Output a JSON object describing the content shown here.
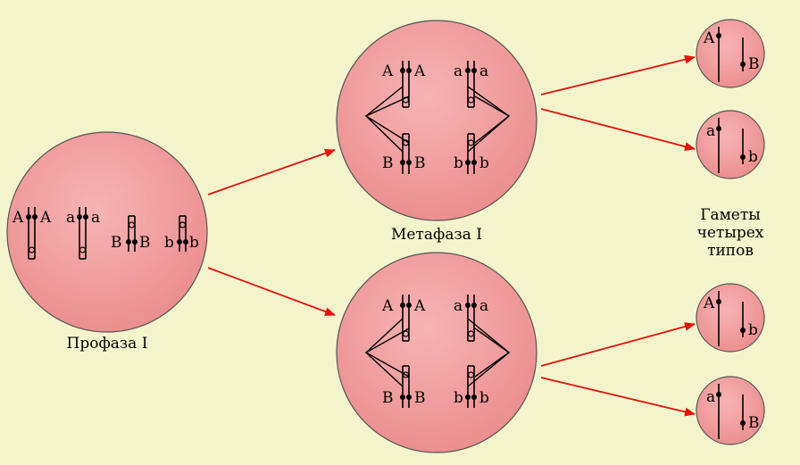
{
  "captions": {
    "prophase": "Профаза I",
    "metaphase": "Метафаза I",
    "gametes_line1": "Гаметы",
    "gametes_line2": "четырех",
    "gametes_line3": "типов"
  },
  "alleles": {
    "A": "A",
    "a": "a",
    "B": "B",
    "b": "b"
  },
  "colors": {
    "background": "#f4f4cc",
    "cell_fill": "#f0a0a0",
    "arrow": "#e0140c"
  }
}
